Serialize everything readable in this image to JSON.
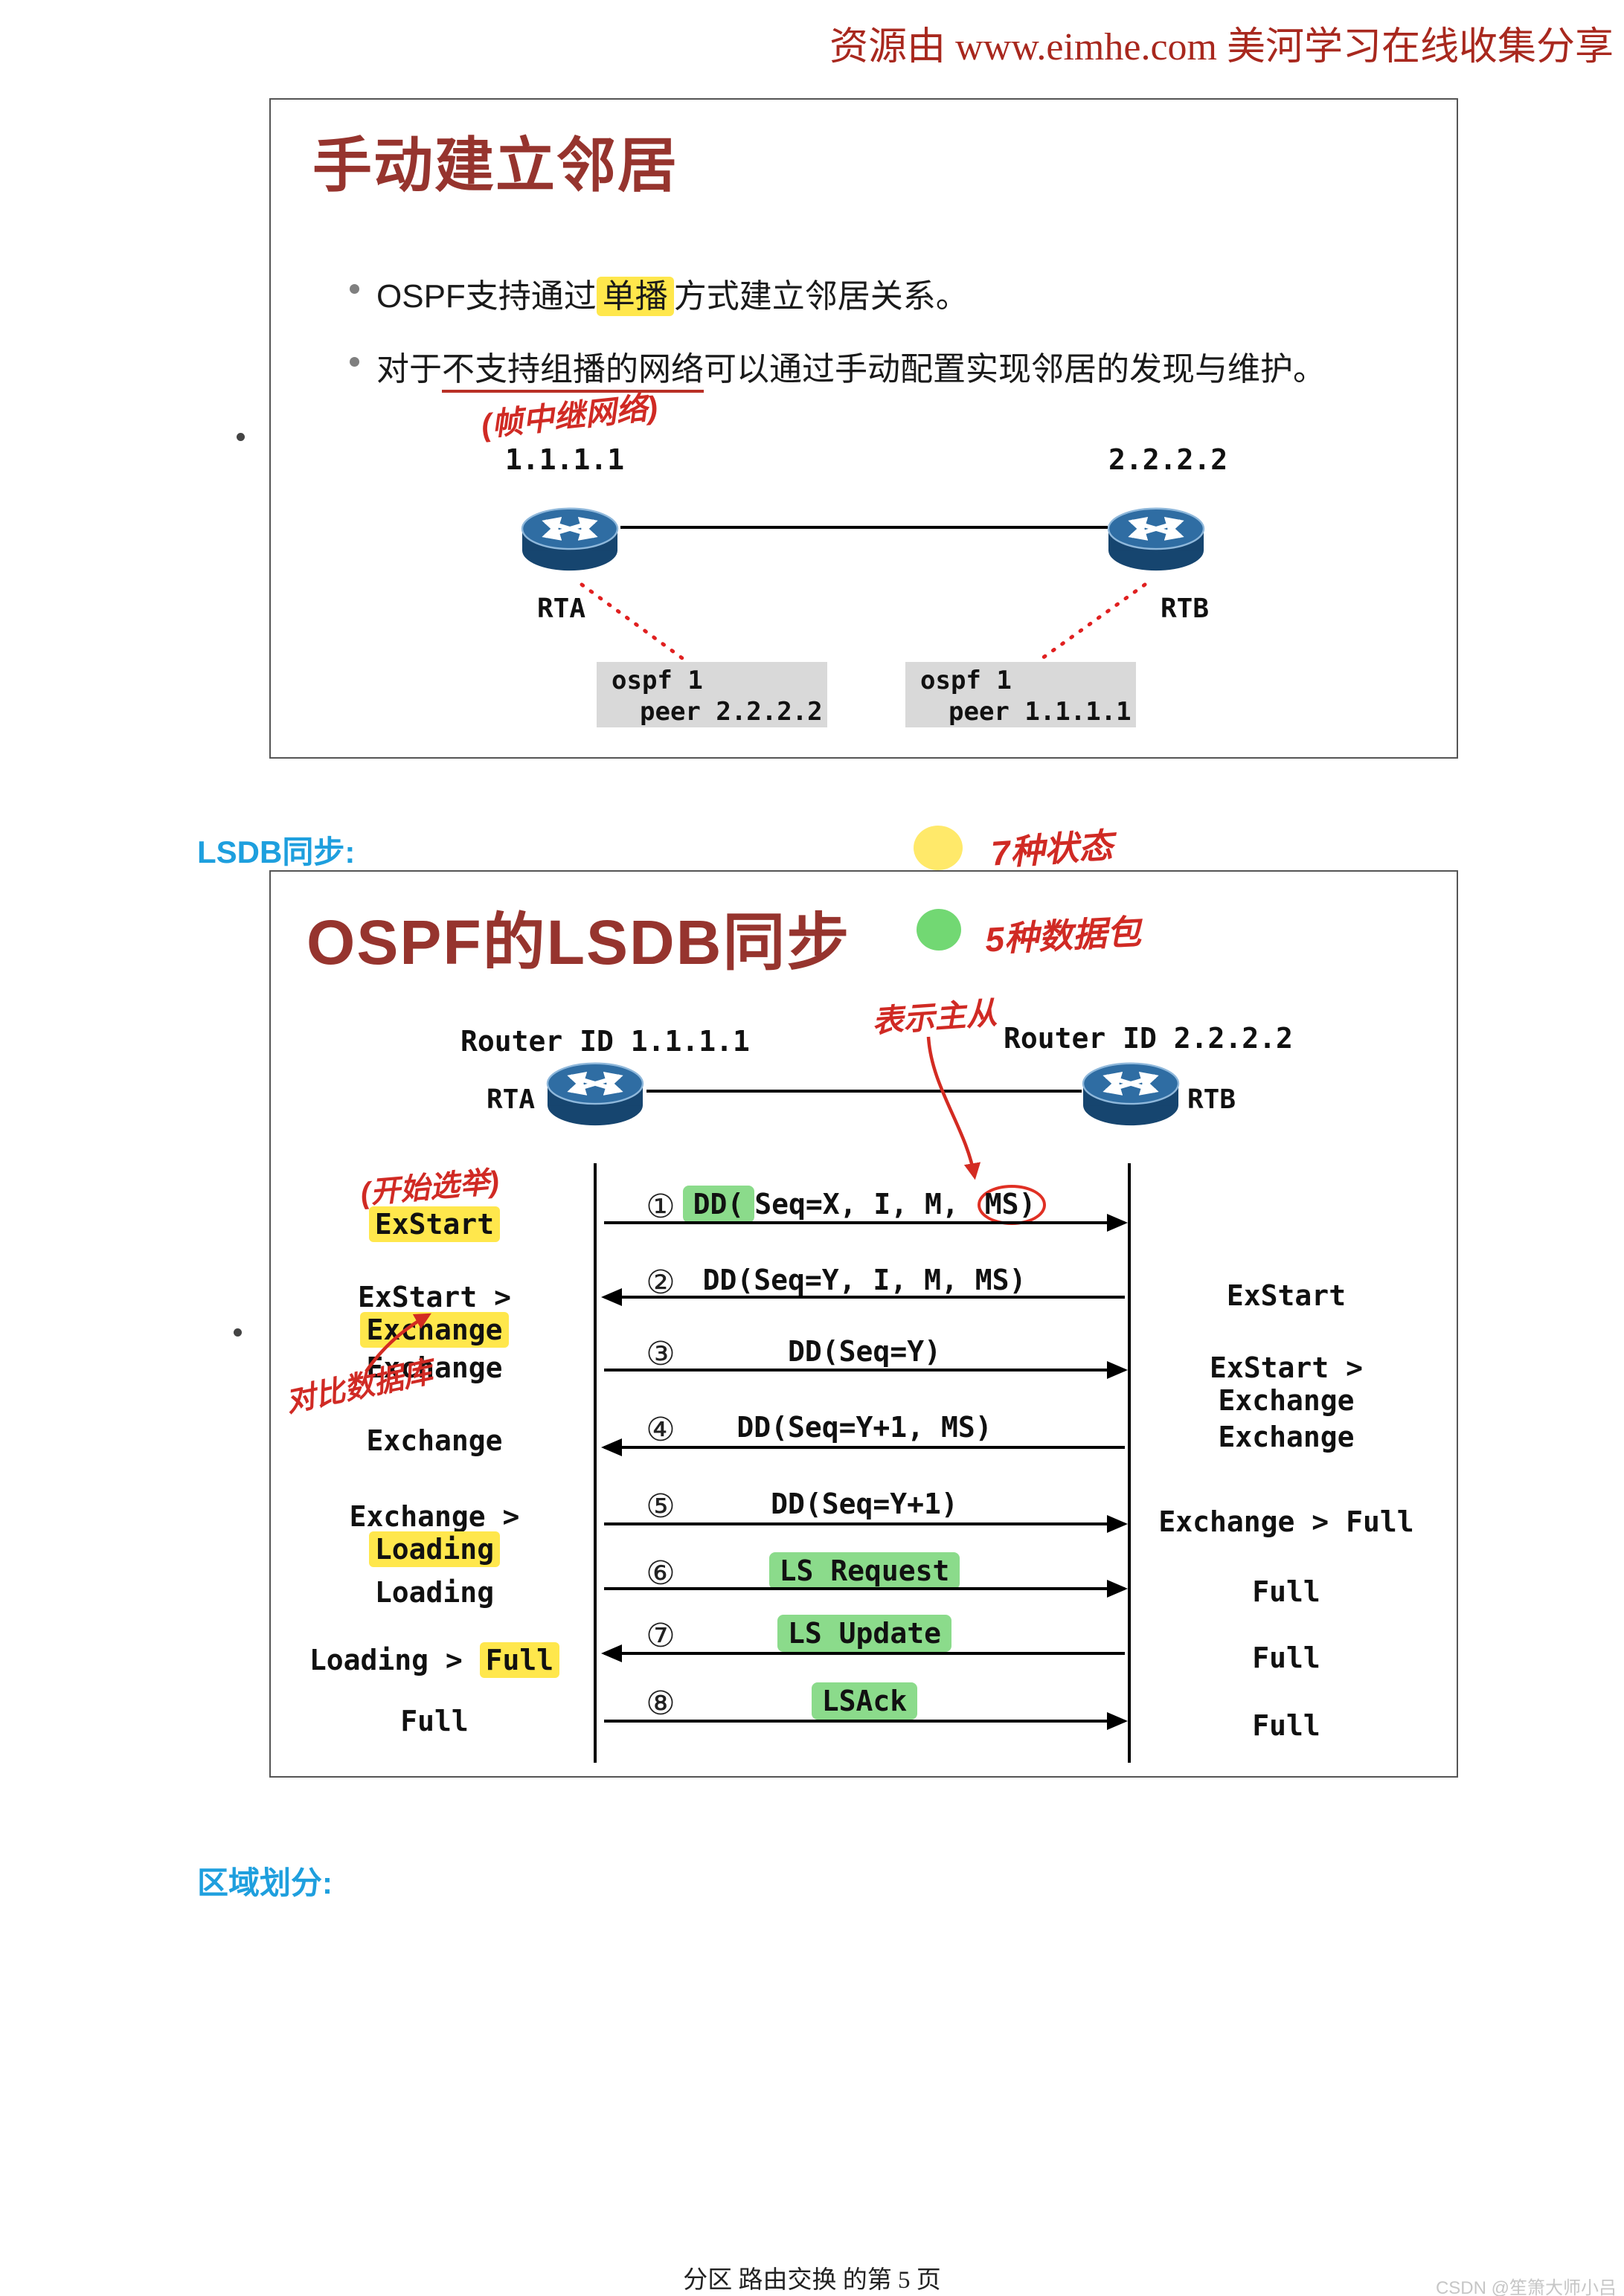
{
  "page": {
    "header": "资源由 www.eimhe.com 美河学习在线收集分享",
    "footer": "分区 路由交换 的第 5 页",
    "watermark": "CSDN @笙箫大师小吕"
  },
  "sections": {
    "lsdb": "LSDB同步:",
    "area": "区域划分:"
  },
  "slide1": {
    "title": "手动建立邻居",
    "bullet1": {
      "pre": "OSPF支持通过",
      "hl": "单播",
      "post": "方式建立邻居关系。"
    },
    "bullet2": {
      "pre": "对于",
      "ul": "不支持组播的网络",
      "post": "可以通过手动配置实现邻居的发现与维护。"
    },
    "ink_note": "(帧中继网络)",
    "diagram": {
      "left_ip": "1.1.1.1",
      "right_ip": "2.2.2.2",
      "left_router": "RTA",
      "right_router": "RTB",
      "left_cfg1": "ospf 1",
      "left_cfg2": "peer 2.2.2.2",
      "right_cfg1": "ospf 1",
      "right_cfg2": "peer 1.1.1.1"
    }
  },
  "legend": {
    "yellow_note": "7种状态",
    "green_note": "5种数据包",
    "yellow_color": "#FFE96A",
    "green_color": "#72D873"
  },
  "slide2": {
    "title": "OSPF的LSDB同步",
    "ink_master": "表示主从",
    "ink_election": "(开始选举)",
    "ink_compare": "对比数据库",
    "left_router_id": "Router ID 1.1.1.1",
    "right_router_id": "Router ID 2.2.2.2",
    "left_router": "RTA",
    "right_router": "RTB",
    "messages": [
      {
        "num": "①",
        "hl": "DD(",
        "mid": "Seq=X, I, M, ",
        "circled": "MS)"
      },
      {
        "num": "②",
        "text": "DD(Seq=Y, I, M, MS)"
      },
      {
        "num": "③",
        "text": "DD(Seq=Y)"
      },
      {
        "num": "④",
        "text": "DD(Seq=Y+1, MS)"
      },
      {
        "num": "⑤",
        "text": "DD(Seq=Y+1)"
      },
      {
        "num": "⑥",
        "text": "LS Request"
      },
      {
        "num": "⑦",
        "text": "LS Update"
      },
      {
        "num": "⑧",
        "text": "LSAck"
      }
    ],
    "left_states": [
      {
        "hl": "ExStart"
      },
      {
        "pre": "ExStart > ",
        "hl": "Exchange"
      },
      {
        "text": "Exchange"
      },
      {
        "text": "Exchange"
      },
      {
        "pre": "Exchange > ",
        "hl": "Loading"
      },
      {
        "text": "Loading"
      },
      {
        "pre": "Loading > ",
        "hl": "Full"
      },
      {
        "text": "Full"
      }
    ],
    "right_states": [
      "ExStart",
      "ExStart > Exchange",
      "Exchange",
      "Exchange > Full",
      "Full",
      "Full",
      "Full"
    ]
  }
}
